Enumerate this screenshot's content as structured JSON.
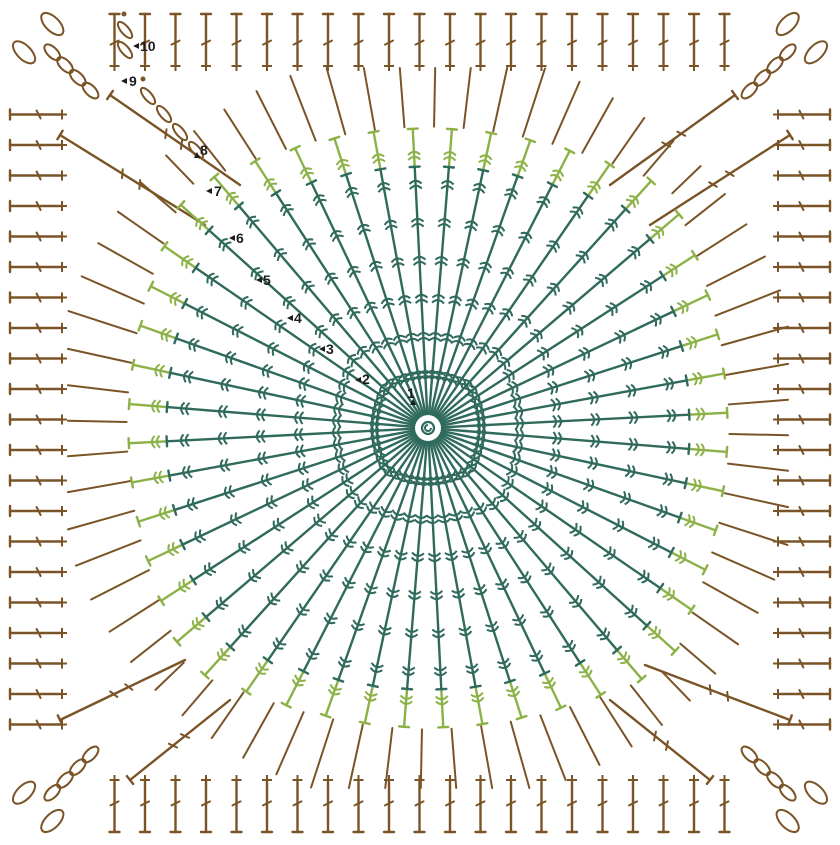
{
  "colors": {
    "inner": "#2f6a5c",
    "middle": "#8cb247",
    "outer": "#7a5427",
    "label": "#1d1d1d",
    "background": "#ffffff"
  },
  "round_labels": [
    "1",
    "2",
    "3",
    "4",
    "5",
    "6",
    "7",
    "8",
    "9",
    "10"
  ],
  "symbols": [
    "magic-ring",
    "chain-stitch",
    "double-crochet",
    "treble-crochet",
    "single-crochet",
    "slip-stitch"
  ]
}
